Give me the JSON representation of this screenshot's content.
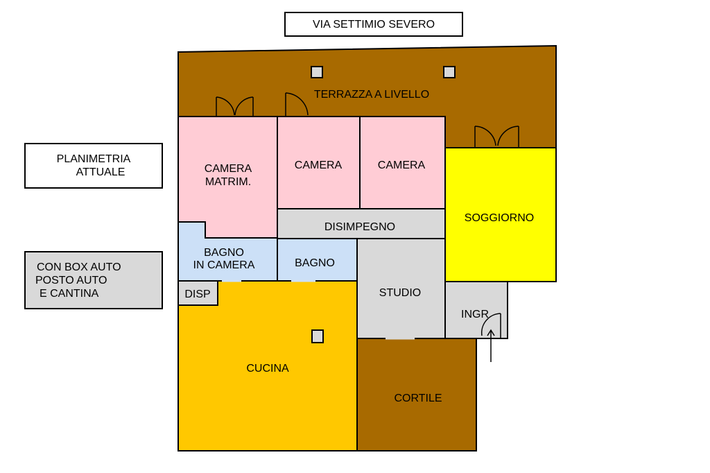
{
  "street_label": "VIA SETTIMIO SEVERO",
  "info_boxes": {
    "plan_state": [
      "PLANIMETRIA",
      "ATTUALE"
    ],
    "extras": [
      "CON BOX AUTO",
      "POSTO AUTO",
      "E CANTINA"
    ]
  },
  "rooms": {
    "terrace": "TERRAZZA A LIVELLO",
    "master_bedroom": [
      "CAMERA",
      "MATRIM."
    ],
    "bedroom_2": "CAMERA",
    "bedroom_3": "CAMERA",
    "hallway": "DISIMPEGNO",
    "living_room": "SOGGIORNO",
    "ensuite_bath": [
      "BAGNO",
      "IN CAMERA"
    ],
    "bathroom": "BAGNO",
    "storage": "DISP",
    "study": "STUDIO",
    "entrance": "INGR",
    "kitchen": "CUCINA",
    "courtyard": "CORTILE"
  },
  "colors": {
    "terrace": "#a86a00",
    "courtyard": "#a86a00",
    "bedrooms": "#ffccd5",
    "baths": "#cce0f7",
    "living_room": "#ffff00",
    "kitchen": "#ffc800",
    "service": "#d9d9d9",
    "extras_box": "#d9d9d9"
  }
}
